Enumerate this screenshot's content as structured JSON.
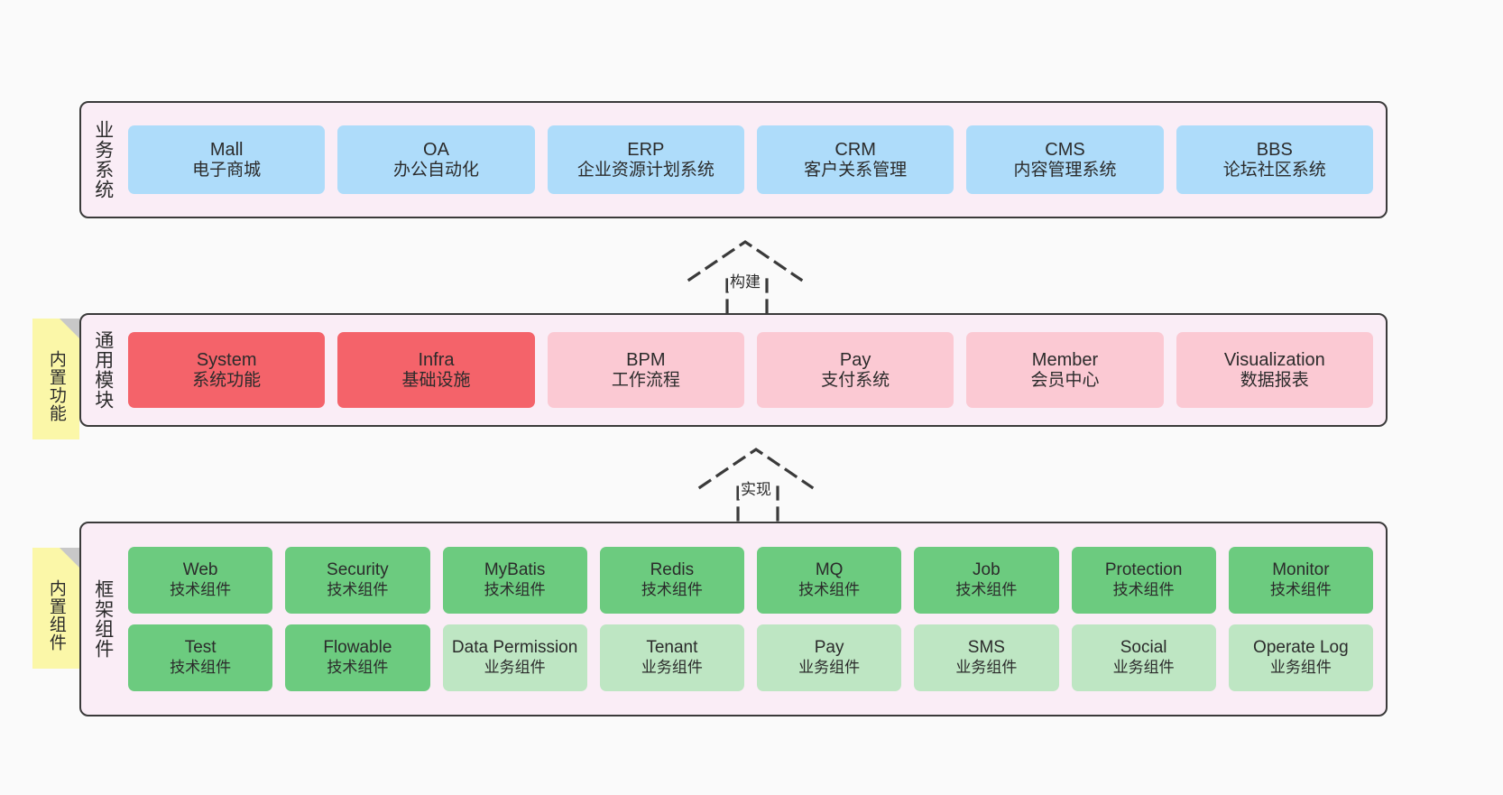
{
  "layers": {
    "business": {
      "title": "业务系统",
      "cards": [
        {
          "en": "Mall",
          "cn": "电子商城"
        },
        {
          "en": "OA",
          "cn": "办公自动化"
        },
        {
          "en": "ERP",
          "cn": "企业资源计划系统"
        },
        {
          "en": "CRM",
          "cn": "客户关系管理"
        },
        {
          "en": "CMS",
          "cn": "内容管理系统"
        },
        {
          "en": "BBS",
          "cn": "论坛社区系统"
        }
      ]
    },
    "modules": {
      "title": "通用模块",
      "note": "内置功能",
      "cards": [
        {
          "en": "System",
          "cn": "系统功能",
          "variant": "strong"
        },
        {
          "en": "Infra",
          "cn": "基础设施",
          "variant": "strong"
        },
        {
          "en": "BPM",
          "cn": "工作流程",
          "variant": "soft"
        },
        {
          "en": "Pay",
          "cn": "支付系统",
          "variant": "soft"
        },
        {
          "en": "Member",
          "cn": "会员中心",
          "variant": "soft"
        },
        {
          "en": "Visualization",
          "cn": "数据报表",
          "variant": "soft"
        }
      ]
    },
    "framework": {
      "title": "框架组件",
      "note": "内置组件",
      "row1": [
        {
          "en": "Web",
          "cn": "技术组件",
          "variant": "tech"
        },
        {
          "en": "Security",
          "cn": "技术组件",
          "variant": "tech"
        },
        {
          "en": "MyBatis",
          "cn": "技术组件",
          "variant": "tech"
        },
        {
          "en": "Redis",
          "cn": "技术组件",
          "variant": "tech"
        },
        {
          "en": "MQ",
          "cn": "技术组件",
          "variant": "tech"
        },
        {
          "en": "Job",
          "cn": "技术组件",
          "variant": "tech"
        },
        {
          "en": "Protection",
          "cn": "技术组件",
          "variant": "tech"
        },
        {
          "en": "Monitor",
          "cn": "技术组件",
          "variant": "tech"
        }
      ],
      "row2": [
        {
          "en": "Test",
          "cn": "技术组件",
          "variant": "tech"
        },
        {
          "en": "Flowable",
          "cn": "技术组件",
          "variant": "tech"
        },
        {
          "en": "Data Permission",
          "cn": "业务组件",
          "variant": "biz"
        },
        {
          "en": "Tenant",
          "cn": "业务组件",
          "variant": "biz"
        },
        {
          "en": "Pay",
          "cn": "业务组件",
          "variant": "biz"
        },
        {
          "en": "SMS",
          "cn": "业务组件",
          "variant": "biz"
        },
        {
          "en": "Social",
          "cn": "业务组件",
          "variant": "biz"
        },
        {
          "en": "Operate Log",
          "cn": "业务组件",
          "variant": "biz"
        }
      ]
    }
  },
  "connectors": {
    "build": {
      "label": "构建"
    },
    "implement": {
      "label": "实现"
    }
  },
  "colors": {
    "panel_bg": "#FAEDF6",
    "panel_border": "#3A3A3A",
    "business_card": "#AEDCFA",
    "module_strong": "#F4636A",
    "module_soft": "#FBC9D3",
    "framework_tech": "#6CCB7F",
    "framework_biz": "#BEE6C3",
    "note_bg": "#FBF7A8",
    "canvas_bg": "#FAFAFA"
  }
}
